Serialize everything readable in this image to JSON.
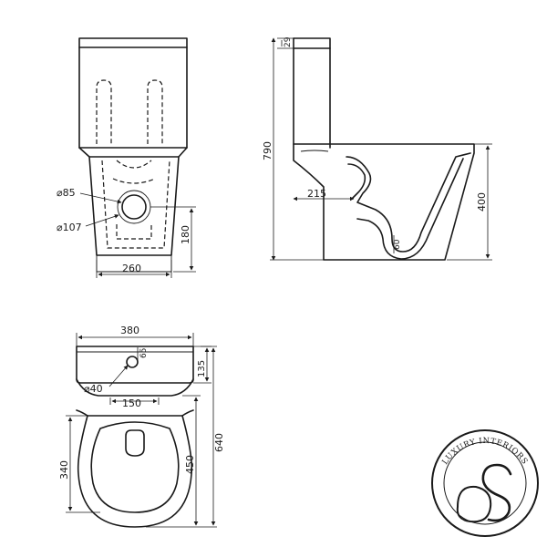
{
  "diagram": {
    "front_view": {
      "dim_diameter_outlet": "⌀85",
      "dim_diameter_flange": "⌀107",
      "dim_height_outlet": "180",
      "dim_width_base": "260"
    },
    "side_view": {
      "dim_lid_height": "29",
      "dim_total_height": "790",
      "dim_outlet_offset": "215",
      "dim_bowl_height": "400",
      "dim_trap": "60"
    },
    "top_view": {
      "dim_overall_width": "380",
      "dim_tank_depth": "135",
      "dim_flush_button_offset": "65",
      "dim_flush_button_diameter": "⌀40",
      "dim_fixing_spacing": "150",
      "dim_seat_width": "340",
      "dim_bowl_length": "450",
      "dim_total_length": "640"
    }
  },
  "logo": {
    "text": "LUXURY INTERIORS"
  }
}
